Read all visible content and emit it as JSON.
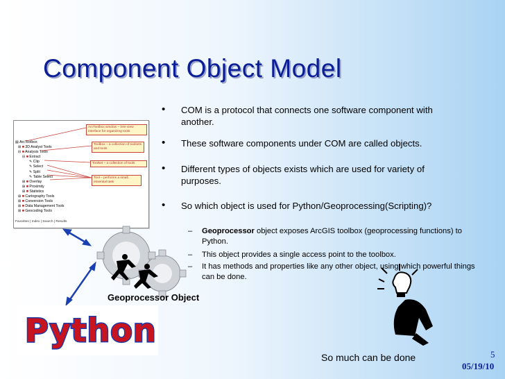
{
  "slide": {
    "title": "Component Object Model",
    "bullets": [
      "COM is a protocol that connects one software component with another.",
      "These software components under COM are called objects.",
      "Different types of objects exists which are used for variety of purposes.",
      "So which object is used for Python/Geoprocessing(Scripting)?"
    ],
    "sub_bullets": [
      {
        "bold": "Geoprocessor",
        "rest": " object exposes ArcGIS toolbox (geoprocessing functions) to Python."
      },
      {
        "bold": "",
        "rest": "This object provides a single access point to the toolbox."
      },
      {
        "bold": "",
        "rest": "It has methods and properties like any other object, using which powerful things can be done."
      }
    ],
    "bullet_symbol": "•",
    "dash_symbol": "–",
    "geoprocessor_label": "Geoprocessor Object",
    "python_logo_text": "Python",
    "caption": "So much can be done",
    "page_number": "5",
    "date": "05/19/10"
  },
  "toolbox": {
    "tree": [
      "ArcToolbox",
      "3D Analyst Tools",
      "Analysis Tools",
      "Extract",
      "Clip",
      "Select",
      "Split",
      "Table Select",
      "Overlay",
      "Proximity",
      "Statistics",
      "Cartography Tools",
      "Conversion Tools",
      "Data Management Tools",
      "Geocoding Tools"
    ],
    "tabs": "Favorites | Index | Search | Results",
    "callouts": [
      "ArcToolbox window – tree view interface for organizing tools",
      "Toolbox – a collection of toolsets and tools",
      "Toolset – a collection of tools",
      "Tool – performs a small, essential task"
    ]
  },
  "colors": {
    "title": "#0b1e96",
    "arrow": "#1a3fb0",
    "callout_border": "#c7423a",
    "python_red": "#c8141e",
    "python_blue": "#1c3aa8"
  }
}
